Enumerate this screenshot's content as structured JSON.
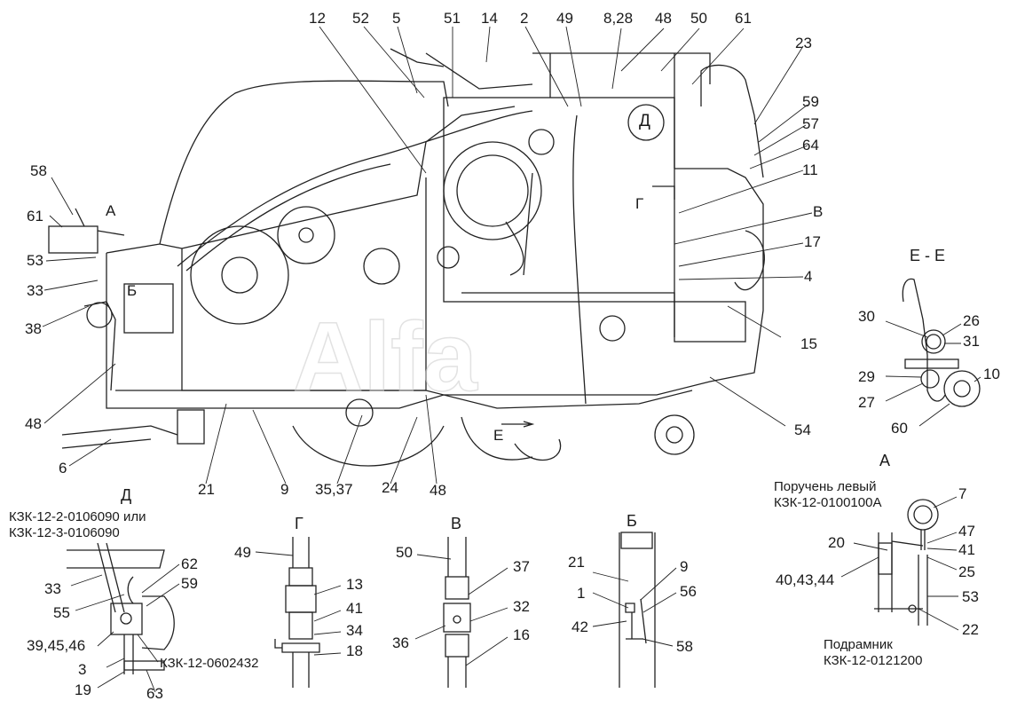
{
  "main_callouts": {
    "n12": "12",
    "n52": "52",
    "n5": "5",
    "n51": "51",
    "n14": "14",
    "n2": "2",
    "n49": "49",
    "n828": "8,28",
    "n48a": "48",
    "n50": "50",
    "n61a": "61",
    "n23": "23",
    "n59": "59",
    "n57": "57",
    "n64": "64",
    "n11": "11",
    "nV": "В",
    "n17": "17",
    "n4": "4",
    "n15": "15",
    "n54": "54",
    "n58": "58",
    "n61b": "61",
    "nA": "А",
    "n53": "53",
    "n33": "33",
    "n38": "38",
    "n48b": "48",
    "n6": "6",
    "n21": "21",
    "n9": "9",
    "n3537": "35,37",
    "n24": "24",
    "n48c": "48",
    "inB": "Б",
    "inG": "Г",
    "inD": "Д",
    "inE": "Е"
  },
  "section_EE": {
    "title": "Е - Е",
    "labels": {
      "n30": "30",
      "n26": "26",
      "n31": "31",
      "n29": "29",
      "n10": "10",
      "n27": "27",
      "n60": "60"
    }
  },
  "detail_D": {
    "title": "Д",
    "note": "КЗК-12-2-0106090 или\nКЗК-12-3-0106090",
    "part": "КЗК-12-0602432",
    "labels": {
      "n62": "62",
      "n59": "59",
      "n33": "33",
      "n55": "55",
      "n394546": "39,45,46",
      "n3": "3",
      "n19": "19",
      "n63": "63"
    }
  },
  "detail_G": {
    "title": "Г",
    "labels": {
      "n49": "49",
      "n13": "13",
      "n41": "41",
      "n34": "34",
      "n18": "18"
    }
  },
  "detail_V": {
    "title": "В",
    "labels": {
      "n50": "50",
      "n37": "37",
      "n32": "32",
      "n36": "36",
      "n16": "16"
    }
  },
  "detail_B": {
    "title": "Б",
    "labels": {
      "n21": "21",
      "n9": "9",
      "n1": "1",
      "n56": "56",
      "n42": "42",
      "n58": "58"
    }
  },
  "detail_A": {
    "title": "А",
    "note_top": "Поручень левый\nКЗК-12-0100100А",
    "note_bottom": "Подрамник\nКЗК-12-0121200",
    "labels": {
      "n7": "7",
      "n47": "47",
      "n20": "20",
      "n41": "41",
      "n25": "25",
      "n404344": "40,43,44",
      "n53": "53",
      "n22": "22"
    }
  },
  "watermark": "Alfa"
}
